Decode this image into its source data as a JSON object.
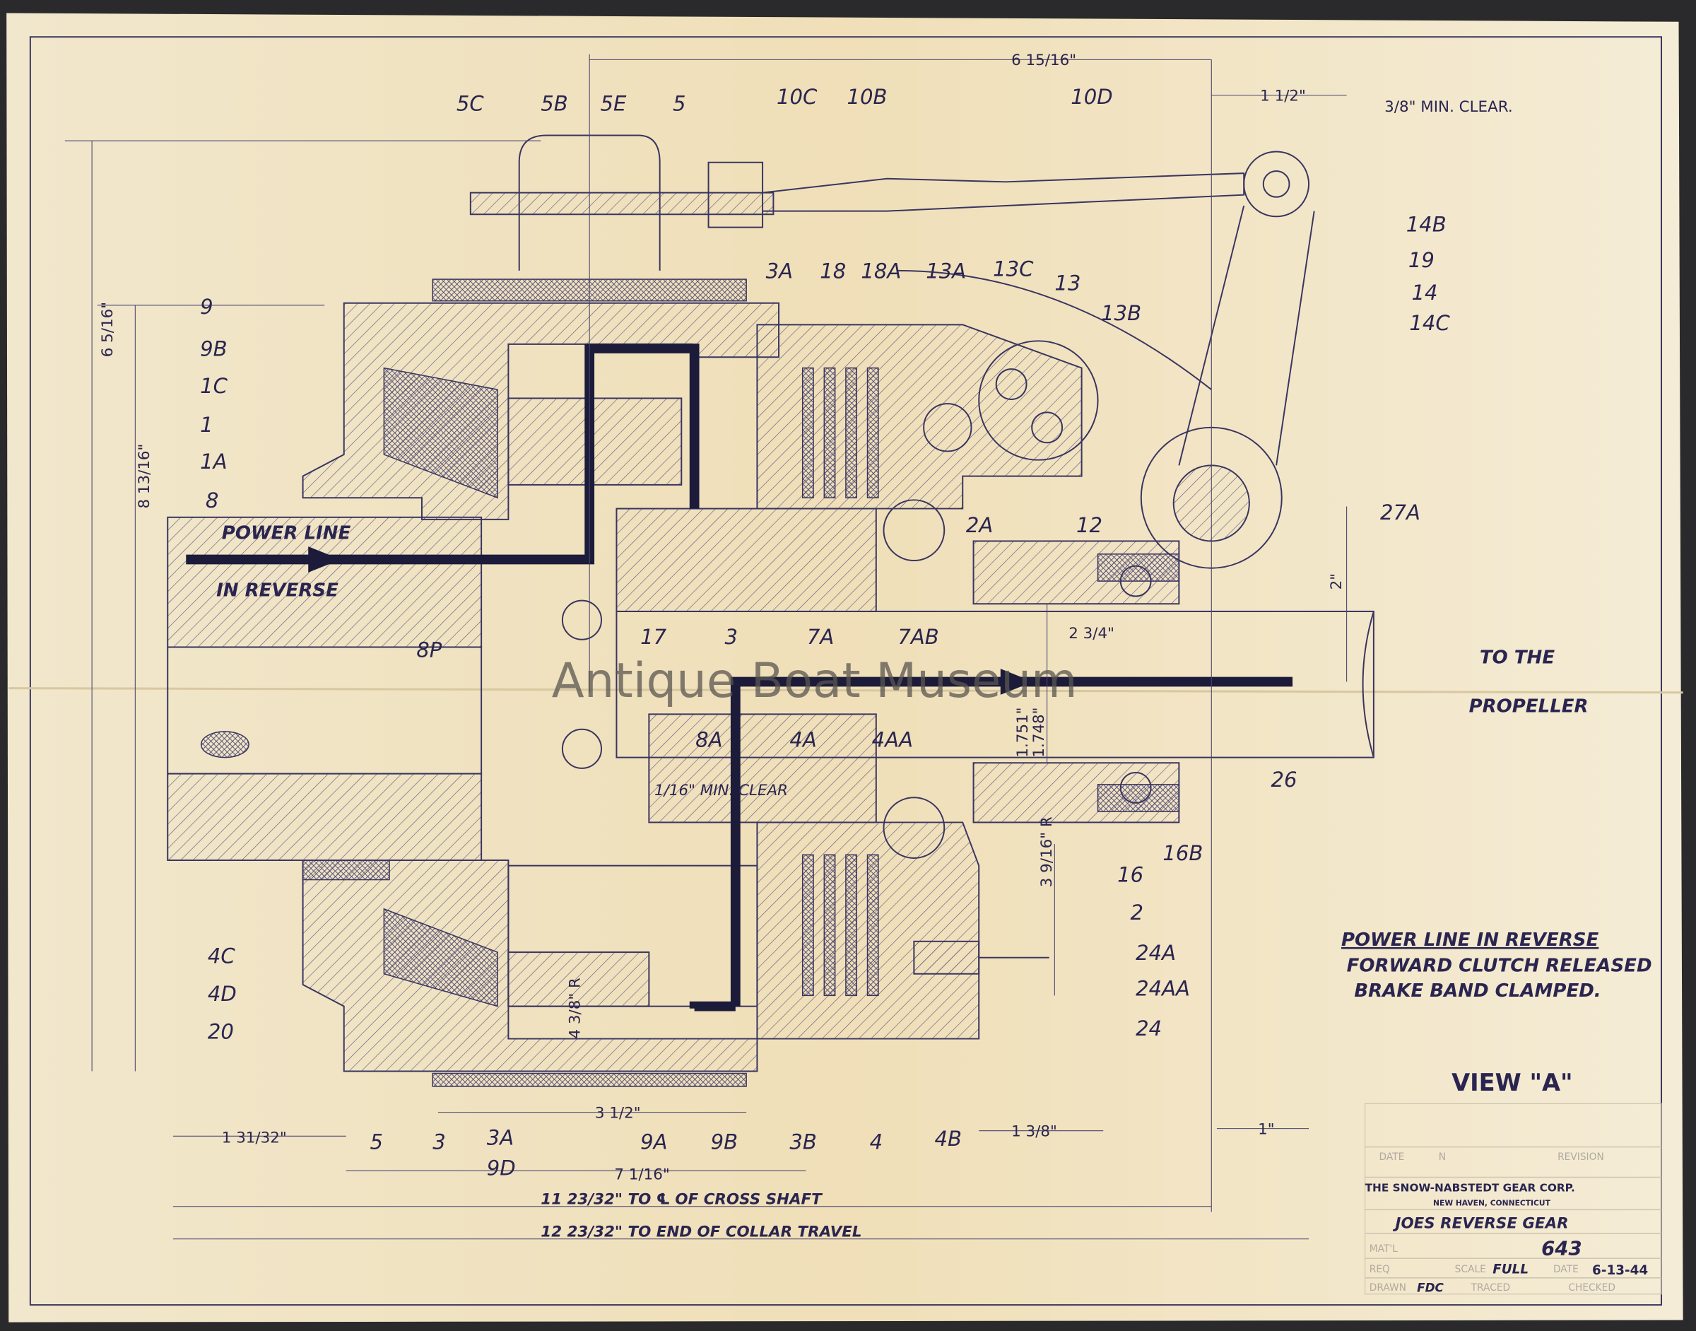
{
  "title_block": {
    "view": "VIEW \"A\"",
    "company": "THE SNOW-NABSTEDT GEAR CORP.",
    "city": "NEW HAVEN, CONNECTICUT",
    "drawing_title": "JOES REVERSE GEAR",
    "drawing_number": "643",
    "scale_label": "SCALE",
    "scale": "FULL",
    "date_label": "DATE",
    "date": "6-13-44",
    "drawn_label": "DRAWN",
    "drawn_by": "FDC",
    "traced_label": "TRACED",
    "checked_label": "CHECKED",
    "matl_label": "MAT'L",
    "req_label": "REQ",
    "revision_label": "REVISION",
    "no_label": "N"
  },
  "notes": {
    "heading": "POWER LINE IN REVERSE",
    "line1": "FORWARD CLUTCH RELEASED",
    "line2": "BRAKE BAND CLAMPED.",
    "power_line": "POWER LINE",
    "in_reverse": "IN REVERSE",
    "to_the": "TO THE",
    "propeller": "PROPELLER"
  },
  "callouts": {
    "c5C": "5C",
    "c5B": "5B",
    "c5E": "5E",
    "c5": "5",
    "c10C": "10C",
    "c10B": "10B",
    "c10D": "10D",
    "c14B": "14B",
    "c19": "19",
    "c14": "14",
    "c14C": "14C",
    "c27A": "27A",
    "c13B": "13B",
    "c13": "13",
    "c13C": "13C",
    "c13A": "13A",
    "c18A": "18A",
    "c18": "18",
    "c3A": "3A",
    "c9": "9",
    "c9B": "9B",
    "c1C": "1C",
    "c1": "1",
    "c1A": "1A",
    "c8": "8",
    "c8P": "8P",
    "c17": "17",
    "c3": "3",
    "c7A": "7A",
    "c7AB": "7AB",
    "c2A": "2A",
    "c12": "12",
    "c8A": "8A",
    "c4A": "4A",
    "c4AA": "4AA",
    "c26": "26",
    "c16B": "16B",
    "c16": "16",
    "c2": "2",
    "c24A": "24A",
    "c24AA": "24AA",
    "c24": "24",
    "c4C": "4C",
    "c4D": "4D",
    "c20": "20",
    "b5": "5",
    "b3": "3",
    "b3A": "3A",
    "b9D": "9D",
    "b9A": "9A",
    "b9B": "9B",
    "b3B": "3B",
    "b4": "4",
    "b4B": "4B"
  },
  "dimensions": {
    "d6_15_16": "6 15/16\"",
    "d1_1_2": "1 1/2\"",
    "d3_8_min": "3/8\" MIN. CLEAR.",
    "d6_5_16": "6 5/16\"",
    "d8_13_16": "8 13/16\"",
    "d2_3_4": "2 3/4\"",
    "d2": "2\"",
    "d1751": "1.751\"",
    "d1748": "1.748\"",
    "d1_16_min": "1/16\" MIN. CLEAR",
    "d3_9_16_r": "3 9/16\" R",
    "d4_3_8_r": "4 3/8\" R",
    "d1_31_32": "1 31/32\"",
    "d3_1_2": "3 1/2\"",
    "d7_1_16": "7 1/16\"",
    "d1_3_8": "1 3/8\"",
    "d1": "1\"",
    "d11": "11 23/32\" TO ℄ OF CROSS SHAFT",
    "d12": "12 23/32\" TO END OF COLLAR TRAVEL"
  },
  "watermark": "Antique Boat Museum",
  "colors": {
    "paper": "#f3ead2",
    "ink": "#2a2550",
    "power_line": "#1c1b3a",
    "background": "#2a2a2c"
  }
}
